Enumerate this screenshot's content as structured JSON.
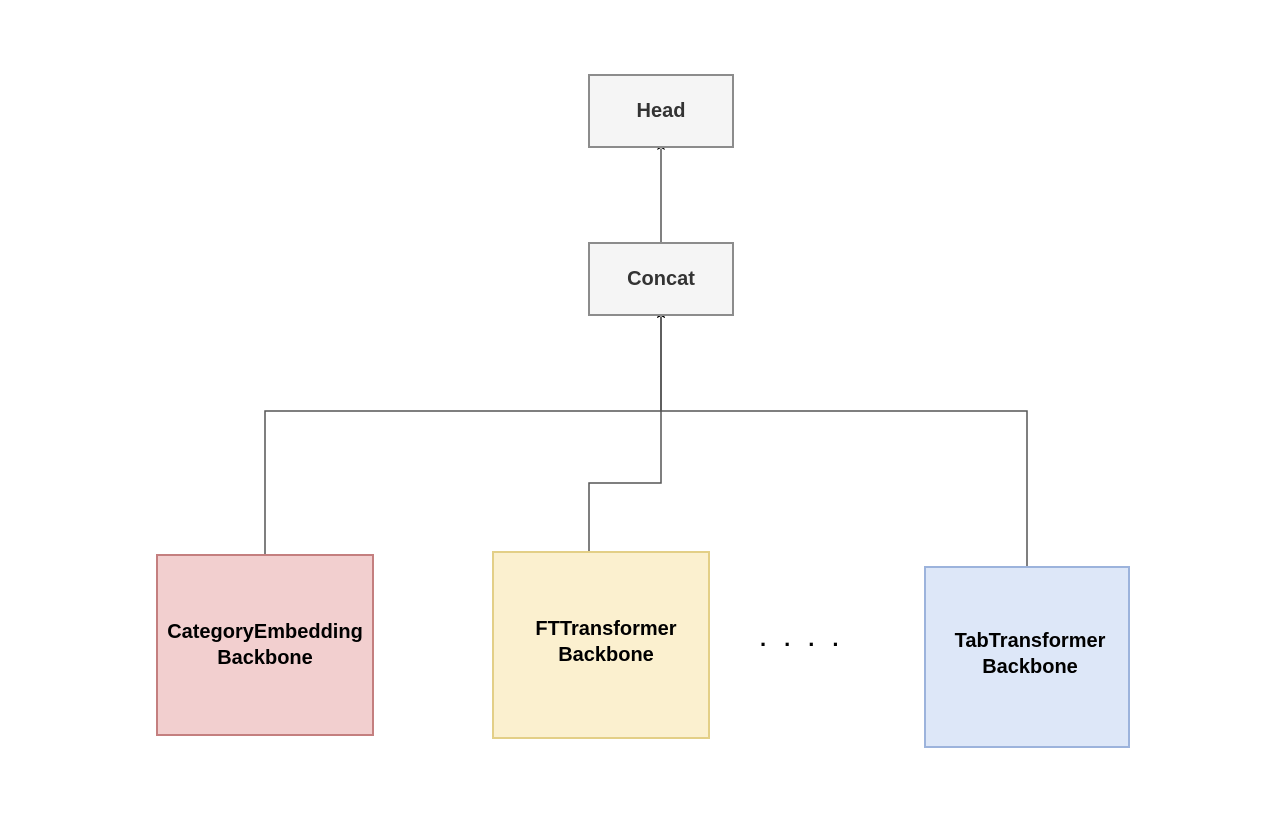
{
  "diagram": {
    "nodes": {
      "head": {
        "label": "Head"
      },
      "concat": {
        "label": "Concat"
      },
      "category_embedding": {
        "label": "CategoryEmbedding\nBackbone"
      },
      "ft_transformer": {
        "label": "FTTransformer\nBackbone"
      },
      "tab_transformer": {
        "label": "TabTransformer\nBackbone"
      }
    },
    "ellipsis": "....",
    "edges": [
      {
        "from": "concat",
        "to": "head"
      },
      {
        "from": "category_embedding",
        "to": "concat"
      },
      {
        "from": "ft_transformer",
        "to": "concat"
      },
      {
        "from": "tab_transformer",
        "to": "concat"
      }
    ],
    "colors": {
      "edge": "#555555",
      "head_fill": "#f5f5f5",
      "concat_fill": "#f5f5f5",
      "category_embedding_fill": "#f2cfcf",
      "ft_transformer_fill": "#fbf0cf",
      "tab_transformer_fill": "#dde7f8"
    }
  }
}
